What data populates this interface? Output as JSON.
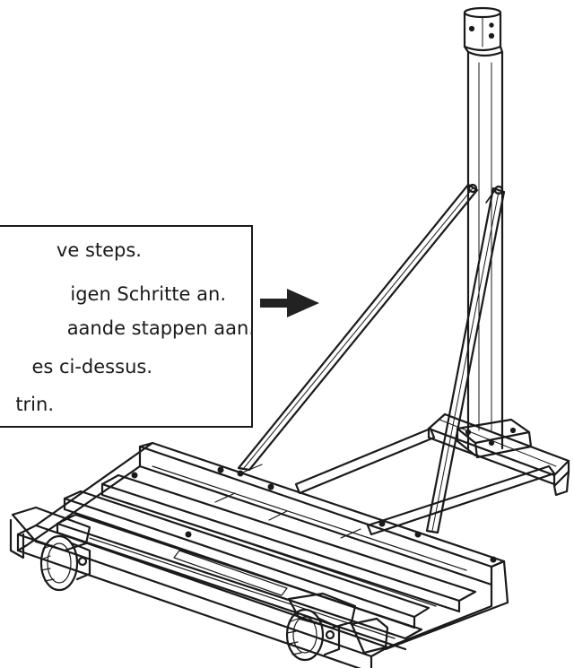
{
  "callout": {
    "lines": [
      "ve steps.",
      "igen Schritte an.",
      "aande stappen aan.",
      "es ci-dessus.",
      "trin."
    ]
  },
  "colors": {
    "line": "#1a1a1a",
    "background": "#ffffff",
    "arrow": "#222222"
  },
  "icons": {
    "pointer": "arrow-right-icon"
  }
}
